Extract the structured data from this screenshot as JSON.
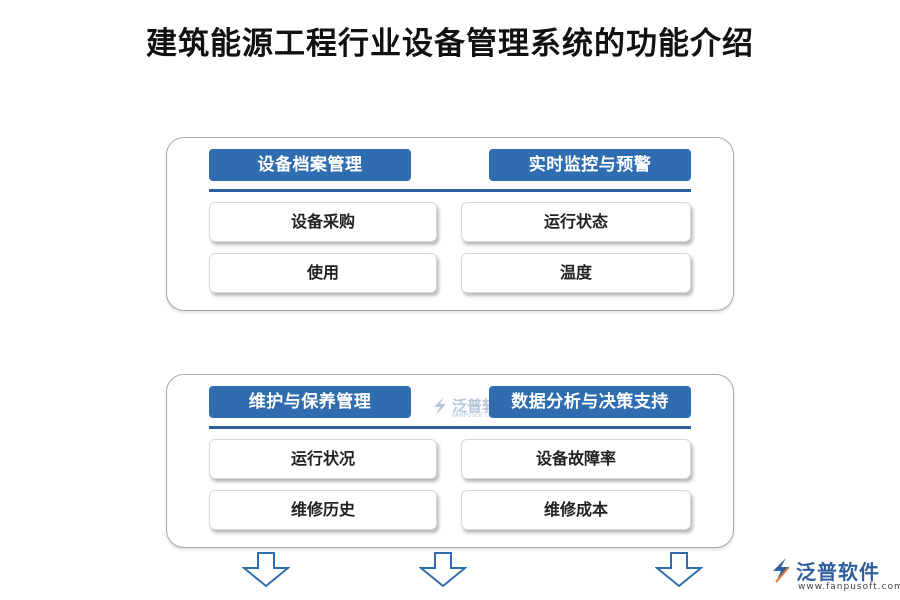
{
  "title": "建筑能源工程行业设备管理系统的功能介绍",
  "panels": [
    {
      "left_header": "设备档案管理",
      "right_header": "实时监控与预警",
      "left_items": [
        "设备采购",
        "使用"
      ],
      "right_items": [
        "运行状态",
        "温度"
      ]
    },
    {
      "left_header": "维护与保养管理",
      "right_header": "数据分析与决策支持",
      "left_items": [
        "运行状况",
        "维修历史"
      ],
      "right_items": [
        "设备故障率",
        "维修成本"
      ]
    }
  ],
  "watermark": {
    "text": "泛普软",
    "sub": "FANPUSOFT.COM"
  },
  "logo": {
    "name": "泛普软件",
    "url": "www.fanpusoft.com"
  },
  "colors": {
    "header_bg": "#2f6db0",
    "rule": "#2f5f9e",
    "arrow_stroke": "#2f6db0"
  }
}
